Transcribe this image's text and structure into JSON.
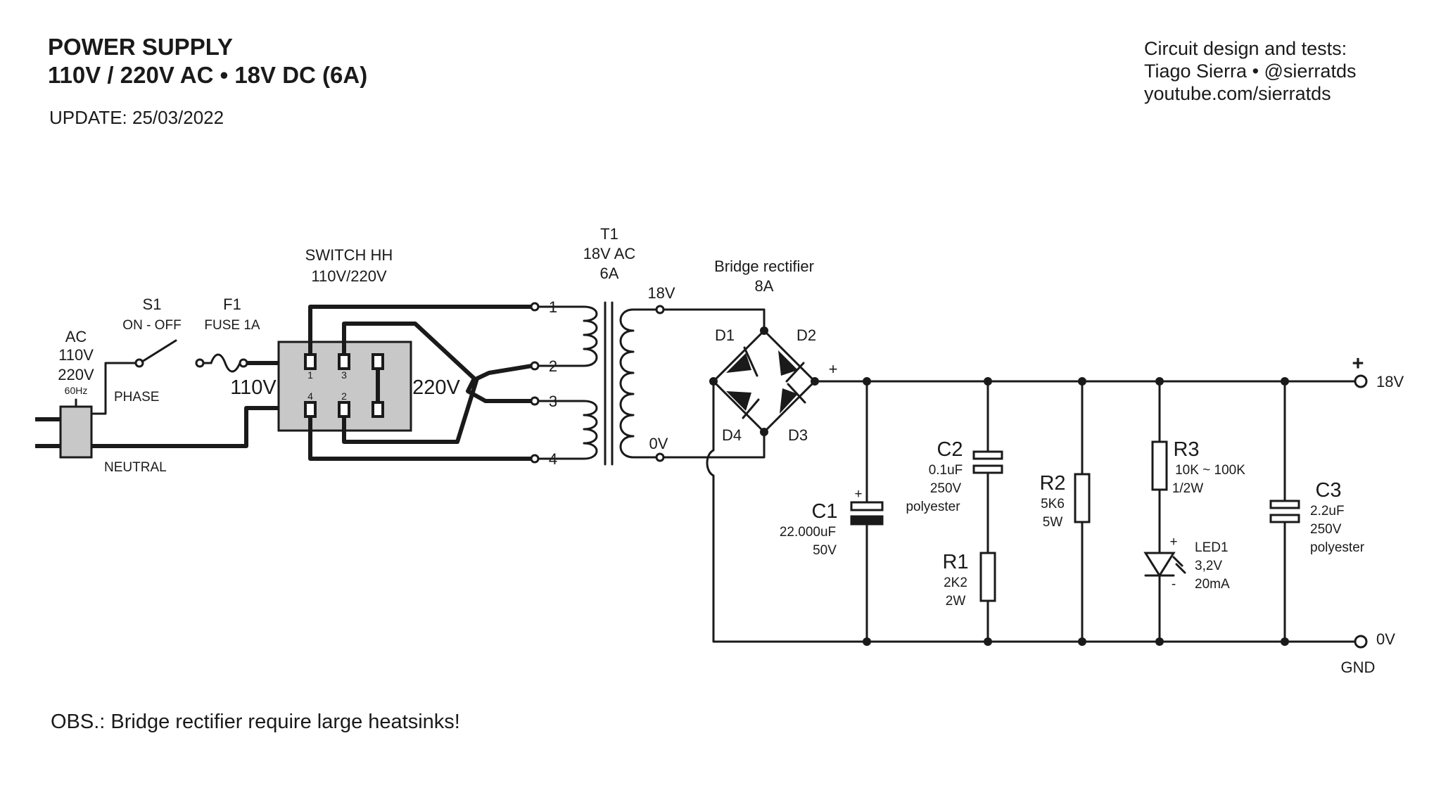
{
  "header": {
    "title_line1": "POWER SUPPLY",
    "title_line2": "110V / 220V AC • 18V DC (6A)",
    "update": "UPDATE: 25/03/2022"
  },
  "credits": {
    "line1": "Circuit design and tests:",
    "line2": "Tiago Sierra • @sierratds",
    "line3": "youtube.com/sierratds"
  },
  "note": "OBS.: Bridge rectifier require large heatsinks!",
  "input": {
    "label": "AC",
    "v1": "110V",
    "v2": "220V",
    "freq": "60Hz",
    "phase": "PHASE",
    "neutral": "NEUTRAL"
  },
  "switch_s1": {
    "ref": "S1",
    "desc": "ON - OFF"
  },
  "fuse_f1": {
    "ref": "F1",
    "desc": "FUSE 1A"
  },
  "selector": {
    "title": "SWITCH  HH",
    "sub": "110V/220V",
    "label_110": "110V",
    "label_220": "220V",
    "pins": [
      "1",
      "3",
      "4",
      "2"
    ]
  },
  "transformer": {
    "ref": "T1",
    "rating": "18V AC",
    "current": "6A",
    "pins": [
      "1",
      "2",
      "3",
      "4"
    ],
    "out_high": "18V",
    "out_low": "0V"
  },
  "bridge": {
    "title": "Bridge rectifier",
    "rating": "8A",
    "diodes": [
      "D1",
      "D2",
      "D3",
      "D4"
    ],
    "plus": "+"
  },
  "components": {
    "c1": {
      "ref": "C1",
      "value": "22.000uF",
      "voltage": "50V",
      "plus": "+"
    },
    "c2": {
      "ref": "C2",
      "value": "0.1uF",
      "voltage": "250V",
      "type": "polyester"
    },
    "r1": {
      "ref": "R1",
      "value": "2K2",
      "power": "2W"
    },
    "r2": {
      "ref": "R2",
      "value": "5K6",
      "power": "5W"
    },
    "r3": {
      "ref": "R3",
      "value": "10K ~ 100K",
      "power": "1/2W"
    },
    "led1": {
      "ref": "LED1",
      "voltage": "3,2V",
      "current": "20mA",
      "plus": "+",
      "minus": "-"
    },
    "c3": {
      "ref": "C3",
      "value": "2.2uF",
      "voltage": "250V",
      "type": "polyester"
    }
  },
  "output": {
    "plus": "+",
    "v18": "18V",
    "v0": "0V",
    "gnd": "GND"
  }
}
